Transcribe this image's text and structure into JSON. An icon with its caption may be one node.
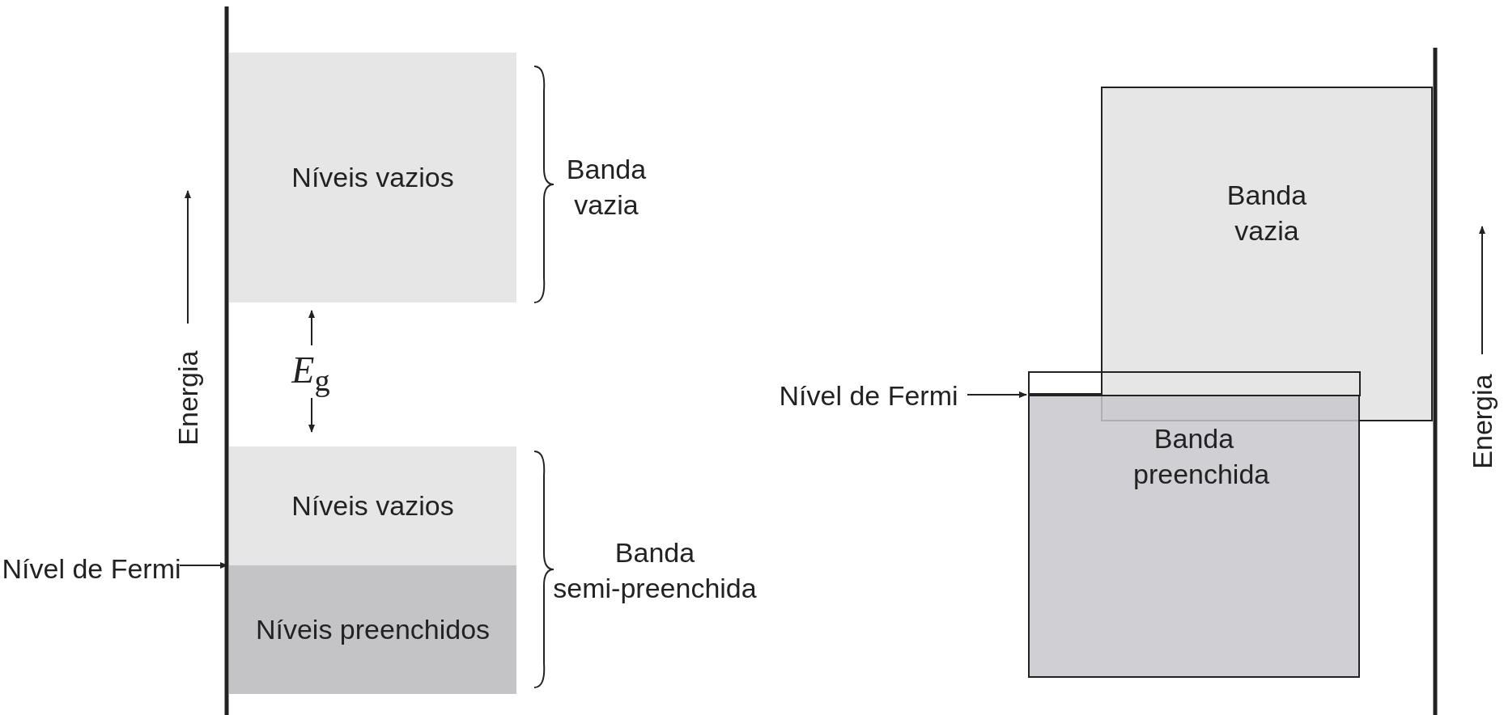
{
  "diagram": {
    "nodes": [
      {
        "text": [
          "Níveis vazios"
        ]
      },
      {
        "text": [
          "Níveis vazios"
        ]
      },
      {
        "text": [
          "Níveis preenchidos"
        ]
      },
      {
        "text": [
          "Nível de Fermi"
        ]
      },
      {
        "text": [
          "Banda vazia"
        ]
      },
      {
        "text": [],
        "shape": "box"
      },
      {
        "text": [
          "Banda preenchida"
        ]
      },
      {
        "text": [
          "Nível de Fermi"
        ]
      }
    ],
    "edges": [
      {
        "from": 3,
        "to": 1,
        "arrow": "to"
      },
      {
        "from": 7,
        "to": 5,
        "arrow": "to"
      }
    ],
    "labels": [
      "Banda vazia",
      "Energia",
      "*E*$_{g}$",
      "Banda semi-preenchida",
      "Energia"
    ]
  }
}
